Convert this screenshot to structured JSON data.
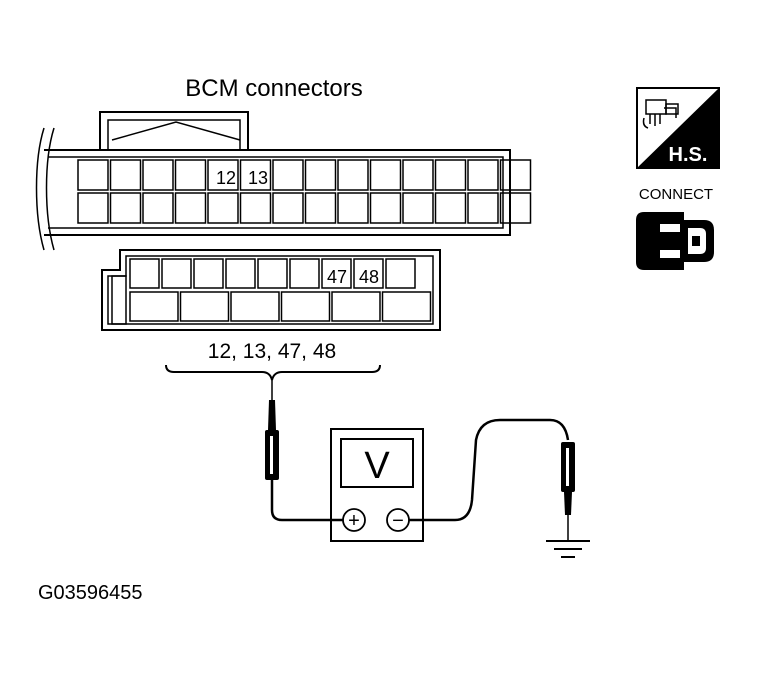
{
  "diagram": {
    "title": "BCM connectors",
    "upper_connector": {
      "pins_shown": [
        "12",
        "13"
      ]
    },
    "lower_connector": {
      "pins_shown": [
        "47",
        "48"
      ]
    },
    "terminals_label": "12, 13, 47, 48",
    "meter": {
      "symbol": "V",
      "positive": "+",
      "negative": "−"
    },
    "badges": {
      "harness_side": "H.S.",
      "connect": "CONNECT",
      "harness_icon": "wiring-harness-icon",
      "connector_icon": "connector-icon"
    },
    "figure_id": "G03596455"
  }
}
